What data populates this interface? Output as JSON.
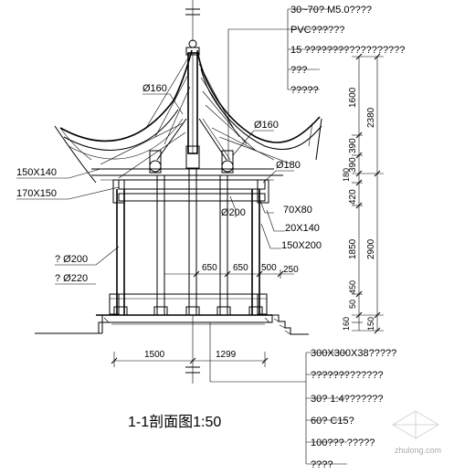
{
  "title": "1-1剖面图1:50",
  "top_notes": [
    "30~70? M5.0????",
    "PVC??????",
    "15 ??????????????????",
    "???",
    "?????"
  ],
  "bottom_notes": [
    "300X300X38?????",
    "?????????????",
    "30? 1:4???????",
    "60? C15?",
    "100??? ?????",
    "????"
  ],
  "left_labels": {
    "diam160": "Ø160",
    "beam150x140": "150X140",
    "beam170x150": "170X150",
    "col200": "? Ø200",
    "col220": "? Ø220"
  },
  "right_labels": {
    "diam160": "Ø160",
    "diam180": "Ø180",
    "diam200": "Ø200",
    "s70x80": "70X80",
    "s20x140": "20X140",
    "s150x200": "150X200"
  },
  "bottom_dims": {
    "d1500": "1500",
    "d1299": "1299"
  },
  "inner_dims": {
    "d650a": "650",
    "d650b": "650",
    "d500": "500",
    "d250": "250"
  },
  "vertical_dims": {
    "d1600": "1600",
    "d390a": "390",
    "d390b": "390",
    "d180": "180",
    "d420": "420",
    "d1850": "1850",
    "d2380": "2380",
    "d2900": "2900",
    "d50": "50",
    "d450": "450",
    "d160": "160",
    "d150": "150"
  },
  "watermark": "zhulong.com"
}
